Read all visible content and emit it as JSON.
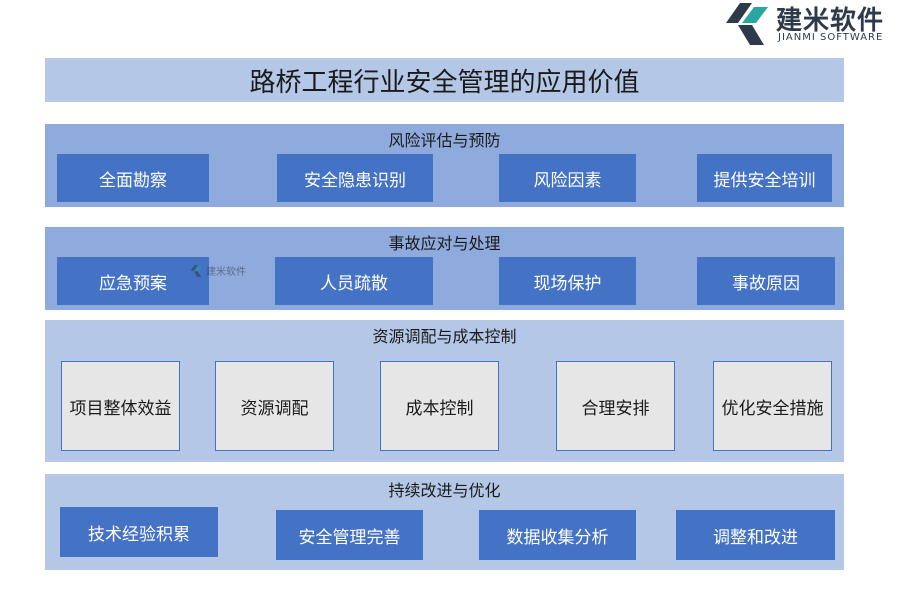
{
  "logo": {
    "name_cn": "建米软件",
    "name_en": "JIANMI SOFTWARE",
    "colors": {
      "dark": "#2e3a4a",
      "teal": "#2aa6a0"
    }
  },
  "watermark": {
    "text": "建米软件"
  },
  "title": "路桥工程行业安全管理的应用价值",
  "sections": [
    {
      "title": "风险评估与预防",
      "items": [
        "全面勘察",
        "安全隐患识别",
        "风险因素",
        "提供安全培训"
      ]
    },
    {
      "title": "事故应对与处理",
      "items": [
        "应急预案",
        "人员疏散",
        "现场保护",
        "事故原因"
      ]
    },
    {
      "title": "资源调配与成本控制",
      "items": [
        "项目整体效益",
        "资源调配",
        "成本控制",
        "合理安排",
        "优化安全措施"
      ]
    },
    {
      "title": "持续改进与优化",
      "items": [
        "技术经验积累",
        "安全管理完善",
        "数据收集分析",
        "调整和改进"
      ]
    }
  ],
  "colors": {
    "title_bar": "#b4c7e7",
    "section_dark": "#8faadc",
    "section_light": "#b4c7e7",
    "box_blue": "#4472c4",
    "box_grey": "#e7e6e6"
  }
}
